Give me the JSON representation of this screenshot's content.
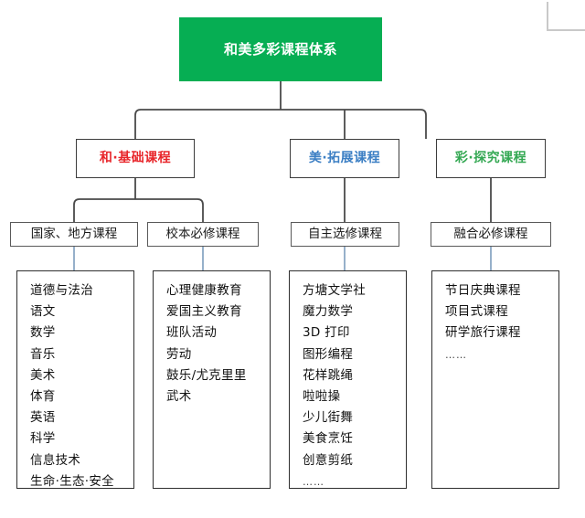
{
  "diagram": {
    "title": "和美多彩课程体系",
    "root": {
      "label": "和美多彩课程体系",
      "bg_color": "#06AE53",
      "text_color": "#FFFFFF"
    },
    "branches": [
      {
        "label": "和·基础课程",
        "text_color": "#E8262B",
        "children": [
          {
            "label": "国家、地方课程",
            "items": [
              "道德与法治",
              "语文",
              "数学",
              "音乐",
              "美术",
              "体育",
              "英语",
              "科学",
              "信息技术",
              "生命·生态·安全"
            ]
          },
          {
            "label": "校本必修课程",
            "items": [
              "心理健康教育",
              "爱国主义教育",
              "班队活动",
              "劳动",
              "鼓乐/尤克里里",
              "武术"
            ]
          }
        ]
      },
      {
        "label": "美·拓展课程",
        "text_color": "#3C7FC4",
        "children": [
          {
            "label": "自主选修课程",
            "items": [
              "方塘文学社",
              "魔力数学",
              "3D 打印",
              "图形编程",
              "花样跳绳",
              "啦啦操",
              "少儿街舞",
              "美食烹饪",
              "创意剪纸",
              "……"
            ]
          }
        ]
      },
      {
        "label": "彩·探究课程",
        "text_color": "#34A853",
        "children": [
          {
            "label": "融合必修课程",
            "items": [
              "节日庆典课程",
              "项目式课程",
              "研学旅行课程",
              "……"
            ]
          }
        ]
      }
    ],
    "colors": {
      "connector_upper": "#4a4a4a",
      "connector_lower": "#8aa8c4",
      "box_border": "#2e2e2e"
    }
  }
}
